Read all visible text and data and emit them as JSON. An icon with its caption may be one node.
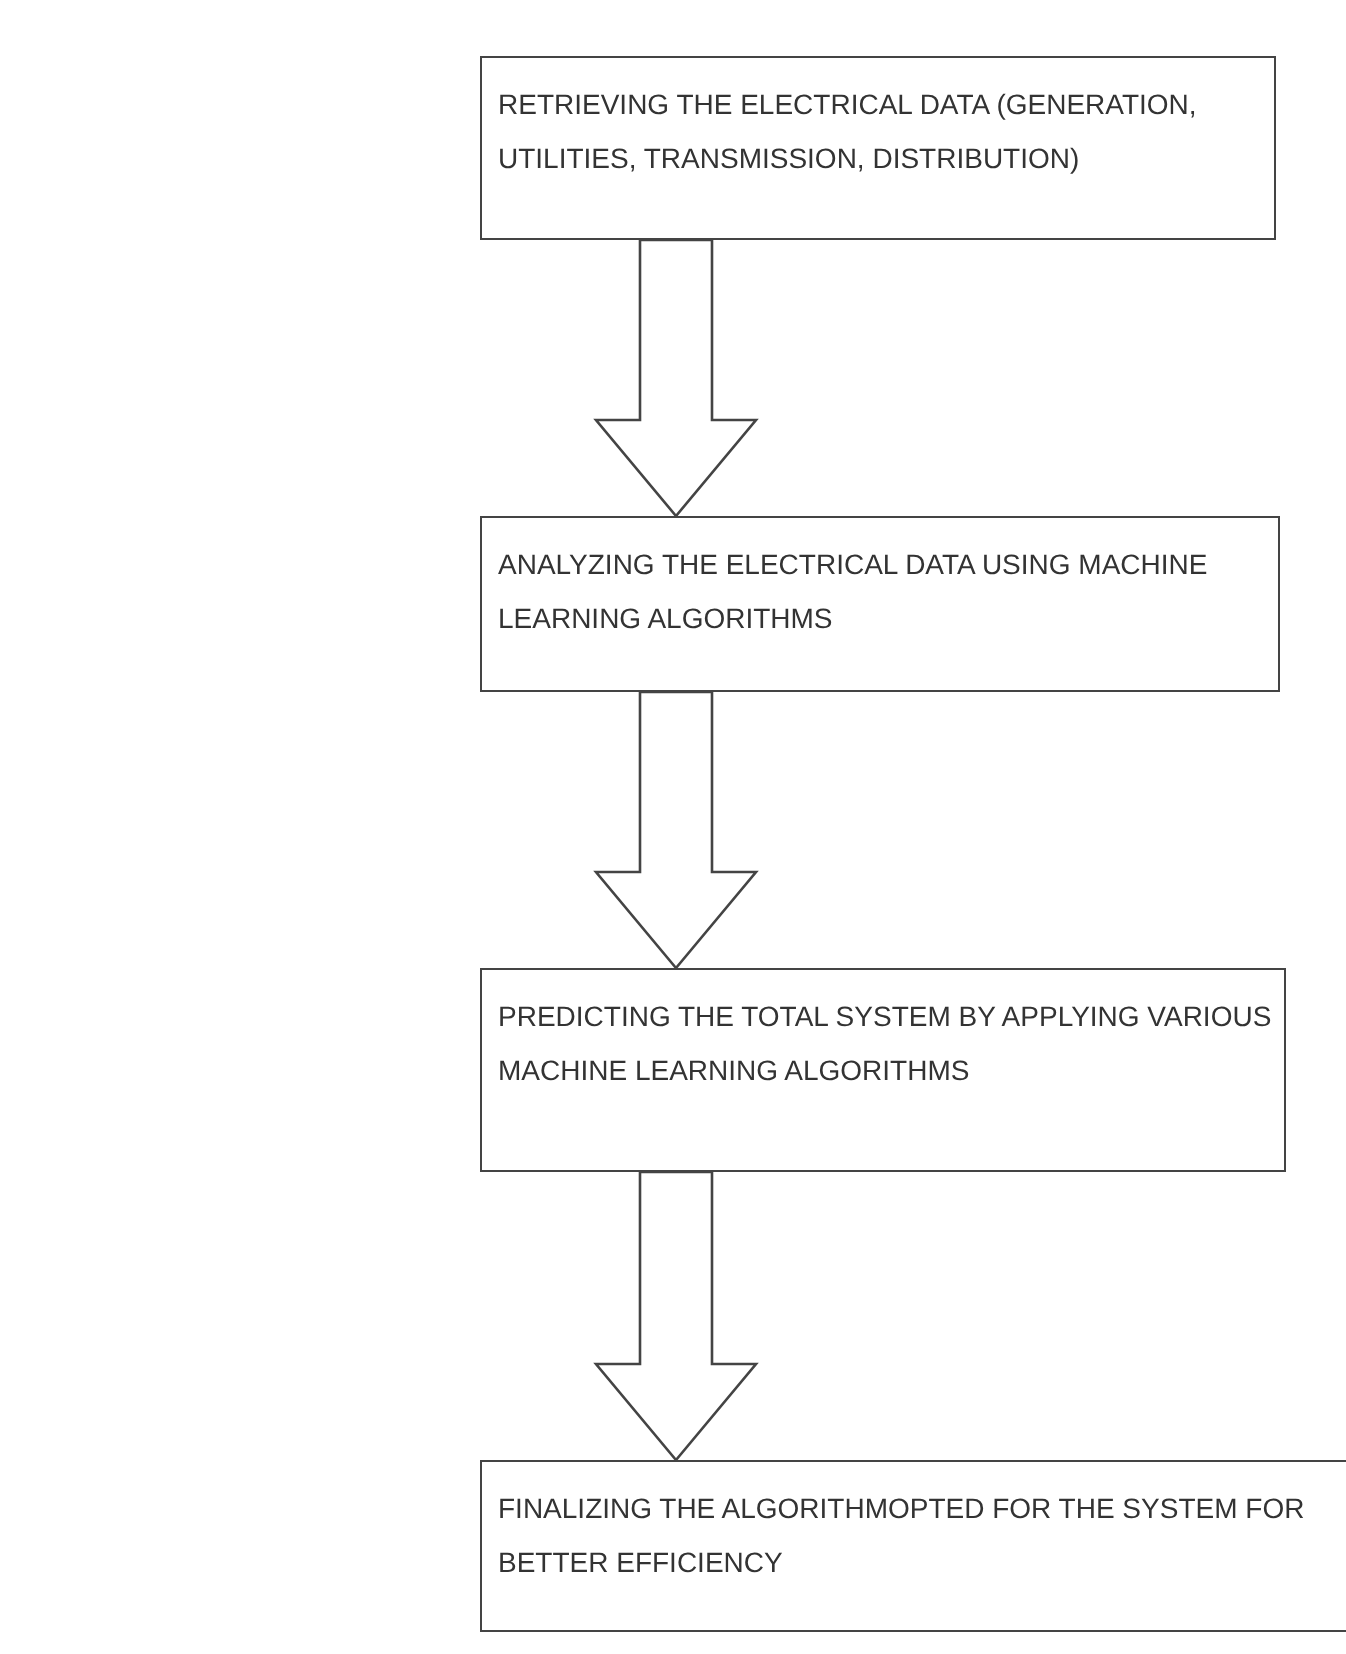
{
  "diagram": {
    "nodes": [
      {
        "text": [
          "RETRIEVING THE ELECTRICAL DATA (GENERATION, UTILITIES, TRANSMISSION, DISTRIBUTION)"
        ]
      },
      {
        "text": [
          "ANALYZING THE ELECTRICAL DATA USING MACHINE LEARNING ALGORITHMS"
        ]
      },
      {
        "text": [
          "PREDICTING THE TOTAL SYSTEM BY APPLYING VARIOUS MACHINE LEARNING ALGORITHMS"
        ]
      },
      {
        "text": [
          "FINALIZING THE ALGORITHMOPTED FOR THE SYSTEM FOR BETTER EFFICIENCY"
        ]
      }
    ],
    "edges": [
      {
        "from": 0,
        "to": 1,
        "arrow": "to"
      },
      {
        "from": 1,
        "to": 2,
        "arrow": "to"
      },
      {
        "from": 2,
        "to": 3,
        "arrow": "to"
      }
    ]
  }
}
